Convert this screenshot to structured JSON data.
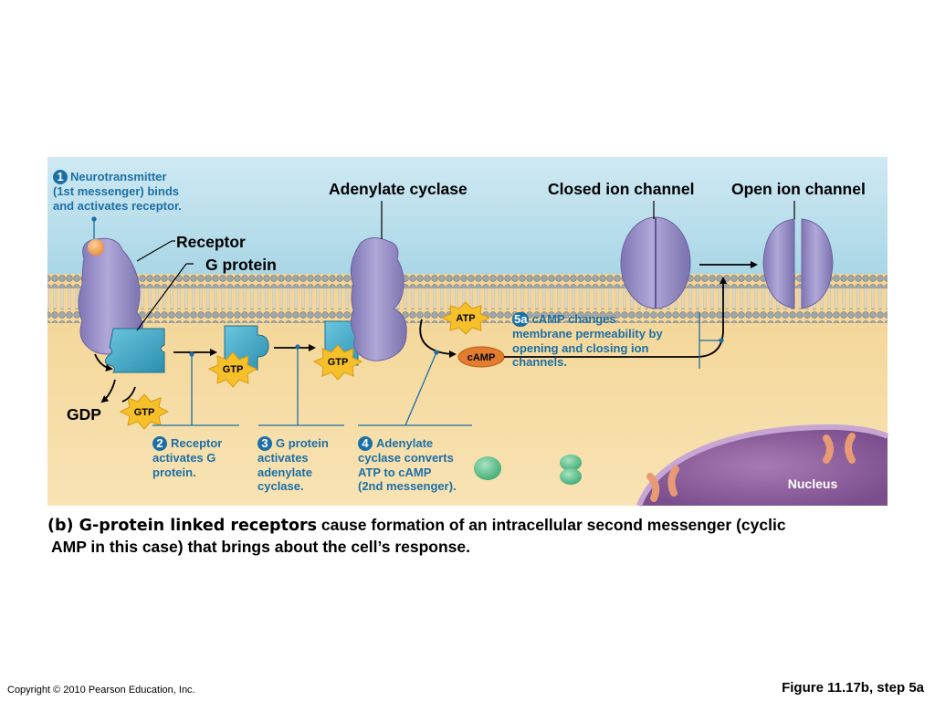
{
  "diagram": {
    "step1": {
      "number": "1",
      "lines": [
        "Neurotransmitter",
        "(1st messenger) binds",
        "and activates receptor."
      ]
    },
    "labels": {
      "adenylate_cyclase": "Adenylate cyclase",
      "closed_ion_channel": "Closed ion channel",
      "open_ion_channel": "Open ion channel",
      "receptor": "Receptor",
      "g_protein": "G protein",
      "gdp": "GDP",
      "nucleus": "Nucleus"
    },
    "molecules": {
      "gtp": "GTP",
      "atp": "ATP",
      "camp": "cAMP"
    },
    "step2": {
      "number": "2",
      "lines": [
        "Receptor",
        "activates G",
        "protein."
      ]
    },
    "step3": {
      "number": "3",
      "lines": [
        "G protein",
        "activates",
        "adenylate",
        "cyclase."
      ]
    },
    "step4": {
      "number": "4",
      "lines": [
        "Adenylate",
        "cyclase converts",
        "ATP to cAMP",
        "(2nd messenger)."
      ]
    },
    "step5a": {
      "number": "5a",
      "lines": [
        "cAMP changes",
        "membrane permeability by",
        "opening and closing ion",
        "channels."
      ]
    },
    "colors": {
      "extracellular": "#bfe3ee",
      "cytoplasm": "#f6dca0",
      "membrane_heads": "#9aa3aa",
      "protein": "#9d95c9",
      "g_protein": "#3fa9c6",
      "gtp_star": "#f6c02a",
      "camp": "#e37d2d",
      "nucleus": "#8a5c9a",
      "step_text": "#1c6fa6"
    }
  },
  "caption": {
    "bold": "(b) G-protein linked receptors",
    "rest_line1": " cause formation of an intracellular second messenger (cyclic",
    "line2": "AMP in this case) that brings about the cell’s response."
  },
  "footer": {
    "copyright": "Copyright © 2010 Pearson Education, Inc.",
    "figure": "Figure 11.17b, step 5a"
  }
}
